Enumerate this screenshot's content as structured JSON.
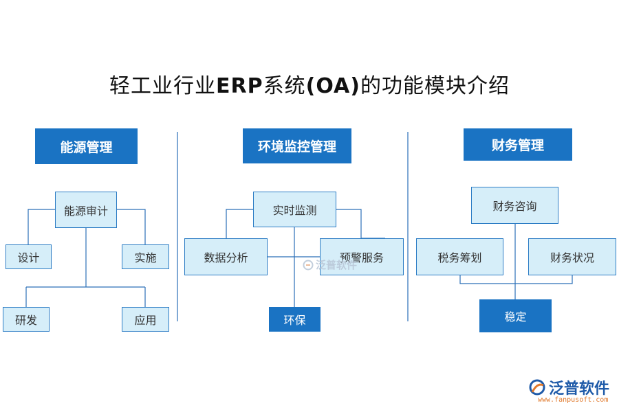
{
  "title_prefix": "轻工业行业",
  "title_bold": "ERP",
  "title_mid": "系统",
  "title_bold2": "(OA)",
  "title_suffix": "的功能模块介绍",
  "energy": {
    "header": "能源管理",
    "root": "能源审计",
    "children": [
      "设计",
      "实施",
      "研发",
      "应用"
    ]
  },
  "env": {
    "header": "环境监控管理",
    "root": "实时监测",
    "left": "数据分析",
    "right": "预警服务",
    "bottom": "环保"
  },
  "finance": {
    "header": "财务管理",
    "root": "财务咨询",
    "left": "税务筹划",
    "right": "财务状况",
    "bottom": "稳定"
  },
  "watermark": "泛普软件",
  "logo": {
    "name": "泛普软件",
    "url": "www.fanpusoft.com"
  },
  "colors": {
    "header": "#1a73c3",
    "node_fill": "#d6eef9",
    "border": "#2a7bc4"
  }
}
